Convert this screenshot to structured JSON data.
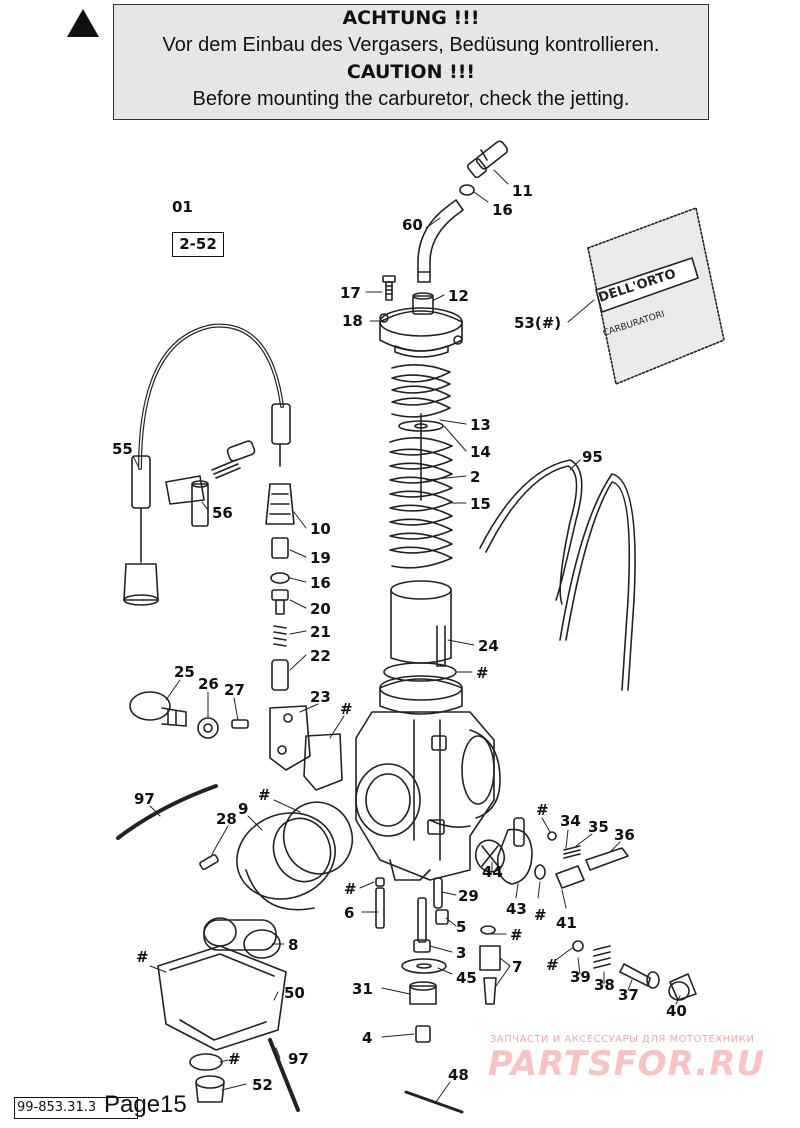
{
  "caution": {
    "heading_de": "ACHTUNG !!!",
    "text_de": "Vor dem Einbau des Vergasers, Bedüsung kontrollieren.",
    "heading_en": "CAUTION !!!",
    "text_en": "Before mounting the carburetor, check the jetting."
  },
  "reference": {
    "number": "01",
    "box": "2-52"
  },
  "footer": {
    "doc_number": "99-853.31.3",
    "page_label": "Page15"
  },
  "watermark": {
    "small": "ЗАПЧАСТИ И АКСЕССУАРЫ ДЛЯ МОТОТЕХНИКИ",
    "big": "PARTSFOR.RU"
  },
  "parts_bag_text": {
    "brand": "DELL'ORTO",
    "subtitle": "CARBURATORI"
  },
  "callouts": {
    "c11": "11",
    "c16a": "16",
    "c60": "60",
    "c17": "17",
    "c12": "12",
    "c18": "18",
    "c53": "53(#)",
    "c13": "13",
    "c14": "14",
    "c2": "2",
    "c15": "15",
    "c95": "95",
    "c55": "55",
    "c56": "56",
    "c10": "10",
    "c19": "19",
    "c16b": "16",
    "c20": "20",
    "c21": "21",
    "c22": "22",
    "c24": "24",
    "h1": "#",
    "c25": "25",
    "c26": "26",
    "c27": "27",
    "c23": "23",
    "h2": "#",
    "c97a": "97",
    "c28": "28",
    "c9": "9",
    "h3": "#",
    "h4": "#",
    "c34": "34",
    "c35": "35",
    "c36": "36",
    "h5": "#",
    "c29": "29",
    "c44": "44",
    "c43": "43",
    "h6": "#",
    "c41": "41",
    "c6": "6",
    "c5": "5",
    "h7": "#",
    "c8": "8",
    "h8": "#",
    "c3": "3",
    "c7": "7",
    "h9": "#",
    "c39": "39",
    "c38": "38",
    "c37": "37",
    "c45": "45",
    "c50": "50",
    "c31": "31",
    "c40": "40",
    "c4": "4",
    "h10": "#",
    "c97b": "97",
    "c52": "52",
    "c48": "48"
  }
}
